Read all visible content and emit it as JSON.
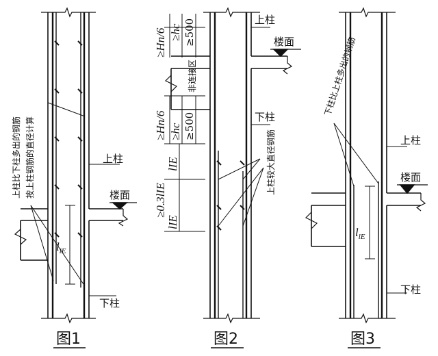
{
  "figure1": {
    "caption": "图1",
    "label_upper_col": "上柱",
    "label_lower_col": "下柱",
    "label_floor": "楼面",
    "note_extra": "上柱比下柱多出的钢筋",
    "note_calc": "按上柱钢筋的直径计算",
    "dim_lle": "l",
    "dim_lle_sub": "lE"
  },
  "figure2": {
    "caption": "图2",
    "label_upper_col": "上柱",
    "label_lower_col": "下柱",
    "label_floor": "楼面",
    "note_non_conn": "非连接区",
    "note_larger": "上柱较大直径钢筋",
    "dim_hn6_top": "≥Hn/6",
    "dim_hc_top": "≥hc",
    "dim_500_top": "≥500",
    "dim_hn6_bot": "≥Hn/6",
    "dim_hc_bot": "≥hc",
    "dim_500_bot": "≥500",
    "dim_03lle": "≥0.3lIE",
    "dim_lle_mid": "lIE",
    "dim_lle_bot": "lIE"
  },
  "figure3": {
    "caption": "图3",
    "label_upper_col": "上柱",
    "label_lower_col": "下柱",
    "label_floor": "楼面",
    "note_extra": "下柱比上柱多出的钢筋",
    "dim_lle": "l",
    "dim_lle_sub": "lE"
  }
}
